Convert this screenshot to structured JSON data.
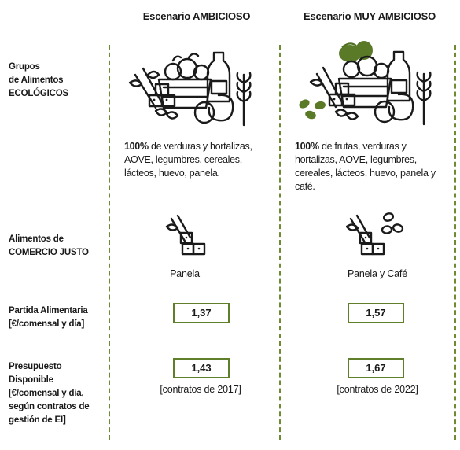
{
  "columns": {
    "ambicioso": {
      "title": "Escenario AMBICIOSO"
    },
    "muy_ambicioso": {
      "title": "Escenario MUY AMBICIOSO"
    }
  },
  "rows": {
    "ecologicos": {
      "label_line1": "Grupos",
      "label_line2": "de Alimentos",
      "label_line3": "ECOLÓGICOS",
      "ambicioso": {
        "bold": "100%",
        "text": " de verduras y hortalizas, AOVE, legumbres, cereales, lácteos, huevo, panela."
      },
      "muy_ambicioso": {
        "bold": "100%",
        "text": " de frutas, verduras y hortalizas, AOVE, legumbres, cereales, lácteos, huevo, panela y café."
      }
    },
    "comercio_justo": {
      "label_line1": "Alimentos de",
      "label_line2": "COMERCIO JUSTO",
      "ambicioso": "Panela",
      "muy_ambicioso": "Panela y Café"
    },
    "partida": {
      "label_line1": "Partida Alimentaria",
      "label_line2": "[€/comensal y día]",
      "ambicioso": "1,37",
      "muy_ambicioso": "1,57"
    },
    "presupuesto": {
      "label_line1": "Presupuesto",
      "label_line2": "Disponible",
      "label_line3": "[€/comensal y día,",
      "label_line4": "según contratos de",
      "label_line5": "gestión de EI]",
      "ambicioso_value": "1,43",
      "ambicioso_note": "[contratos de 2017]",
      "muy_ambicioso_value": "1,67",
      "muy_ambicioso_note": "[contratos de 2022]"
    }
  },
  "icons": {
    "ambicioso_foods": "food-basket-icon",
    "muy_ambicioso_foods": "food-basket-with-fruit-and-coffee-icon",
    "ambicioso_fairtrade": "sugarcane-panela-icon",
    "muy_ambicioso_fairtrade": "sugarcane-panela-coffee-icon"
  },
  "colors": {
    "accent": "#5f7f2a",
    "text": "#1a1a1a"
  }
}
